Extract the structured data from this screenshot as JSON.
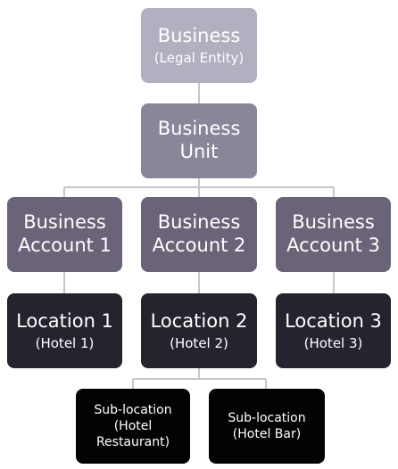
{
  "diagram": {
    "legal_entity": {
      "title": "Business",
      "subtitle": "(Legal Entity)"
    },
    "business_unit": {
      "title": "Business\nUnit"
    },
    "business_accounts": [
      {
        "title": "Business\nAccount 1"
      },
      {
        "title": "Business\nAccount 2"
      },
      {
        "title": "Business\nAccount 3"
      }
    ],
    "locations": [
      {
        "title": "Location 1",
        "subtitle": "(Hotel 1)"
      },
      {
        "title": "Location 2",
        "subtitle": "(Hotel 2)"
      },
      {
        "title": "Location 3",
        "subtitle": "(Hotel 3)"
      }
    ],
    "sub_locations": [
      {
        "title": "Sub-location\n(Hotel\nRestaurant)"
      },
      {
        "title": "Sub-location\n(Hotel Bar)"
      }
    ],
    "colors": {
      "legal_entity": "#b3afc0",
      "business_unit": "#8b8599",
      "business_account": "#6b6478",
      "location": "#27232e",
      "sub_location": "#030303",
      "connector": "#c8c6cc"
    }
  }
}
